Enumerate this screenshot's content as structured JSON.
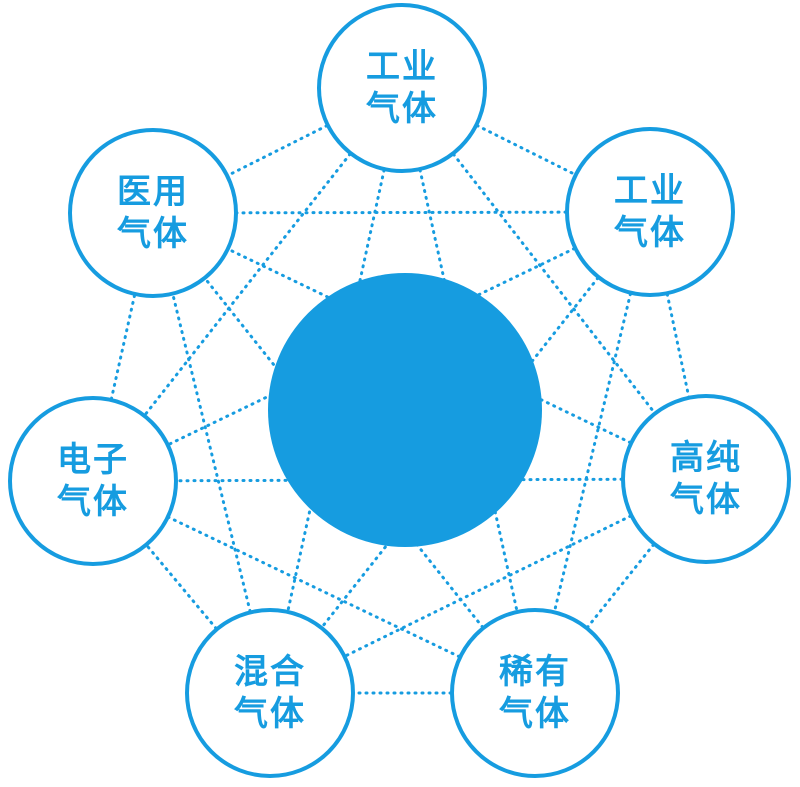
{
  "diagram": {
    "title": "gas-types-diagram",
    "accent_color": "#169CE0",
    "center": {
      "label": ""
    },
    "nodes": [
      {
        "id": "top",
        "line1": "工业",
        "line2": "气体"
      },
      {
        "id": "top-right",
        "line1": "工业",
        "line2": "气体"
      },
      {
        "id": "right",
        "line1": "高纯",
        "line2": "气体"
      },
      {
        "id": "bottom-right",
        "line1": "稀有",
        "line2": "气体"
      },
      {
        "id": "bottom-left",
        "line1": "混合",
        "line2": "气体"
      },
      {
        "id": "left",
        "line1": "电子",
        "line2": "气体"
      },
      {
        "id": "top-left",
        "line1": "医用",
        "line2": "气体"
      }
    ]
  }
}
